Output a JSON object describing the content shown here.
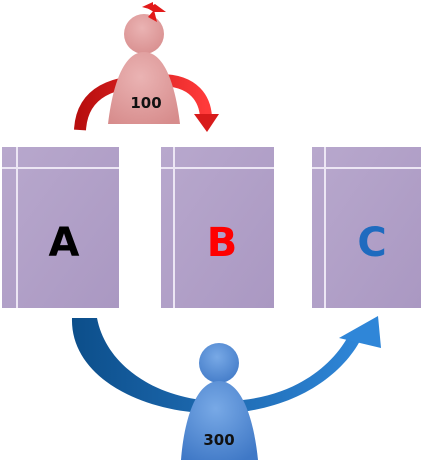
{
  "figures": {
    "top": {
      "value": "100",
      "color": "#e09c9c"
    },
    "bottom": {
      "value": "300",
      "color": "#5b8fd6"
    }
  },
  "boxes": [
    {
      "label": "A",
      "text_color": "#000000"
    },
    {
      "label": "B",
      "text_color": "#ff0000"
    },
    {
      "label": "C",
      "text_color": "#1f6bbf"
    }
  ],
  "colors": {
    "box_fill": "#b3a2c8",
    "box_line": "#ece6f4",
    "arrow_red": "#d11919",
    "arrow_blue": "#1f6bbf",
    "hair_bow": "#e21a1a"
  },
  "icons": [
    "person-icon",
    "hair-bow-icon",
    "curved-arrow-icon"
  ]
}
